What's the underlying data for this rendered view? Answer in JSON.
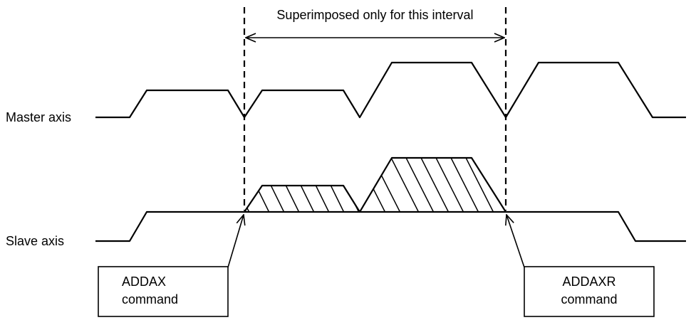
{
  "labels": {
    "interval": "Superimposed only for this interval",
    "master_axis": "Master axis",
    "slave_axis": "Slave axis"
  },
  "commands": {
    "addax": {
      "line1": "ADDAX",
      "line2": "command"
    },
    "addaxr": {
      "line1": "ADDAXR",
      "line2": "command"
    }
  }
}
